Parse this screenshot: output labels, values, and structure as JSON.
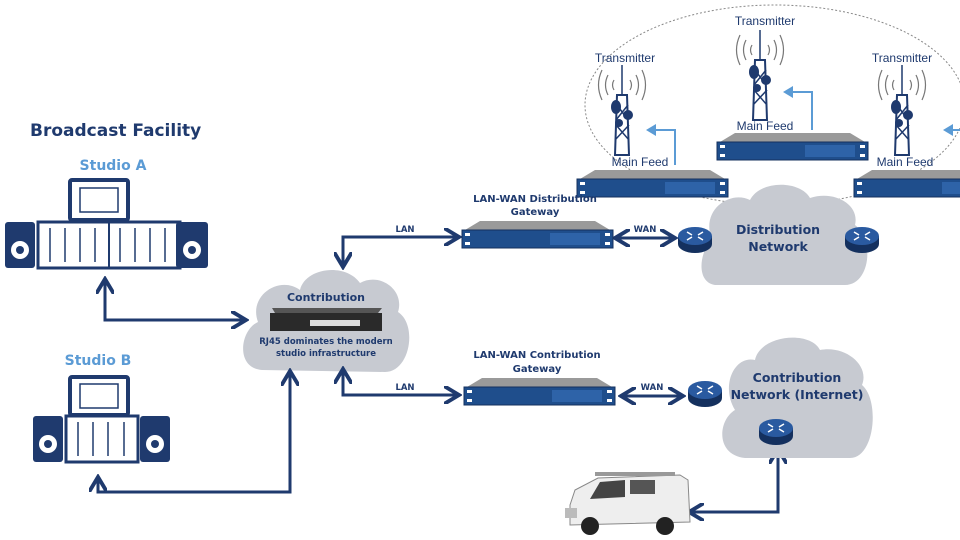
{
  "facility": {
    "title": "Broadcast Facility",
    "studio_a": "Studio A",
    "studio_b": "Studio B"
  },
  "contribution_cloud": {
    "title": "Contribution",
    "caption_line1": "RJ45 dominates the modern",
    "caption_line2": "studio infrastructure"
  },
  "distribution_gateway": {
    "line1": "LAN-WAN Distribution",
    "line2": "Gateway"
  },
  "contribution_gateway": {
    "line1": "LAN-WAN Contribution",
    "line2": "Gateway"
  },
  "links": {
    "lan_top": "LAN",
    "lan_bottom": "LAN",
    "wan_top": "WAN",
    "wan_bottom": "WAN"
  },
  "distribution_network": {
    "line1": "Distribution",
    "line2": "Network"
  },
  "contribution_network": {
    "line1": "Contribution",
    "line2": "Network (Internet)"
  },
  "transmitters": [
    {
      "label": "Transmitter",
      "feed": "Main Feed"
    },
    {
      "label": "Transmitter",
      "feed": "Main Feed"
    },
    {
      "label": "Transmitter",
      "feed": "Main Feed"
    }
  ],
  "colors": {
    "navy": "#1f3a6e",
    "accent": "#5b9bd5",
    "cloud": "#c7cad1"
  }
}
